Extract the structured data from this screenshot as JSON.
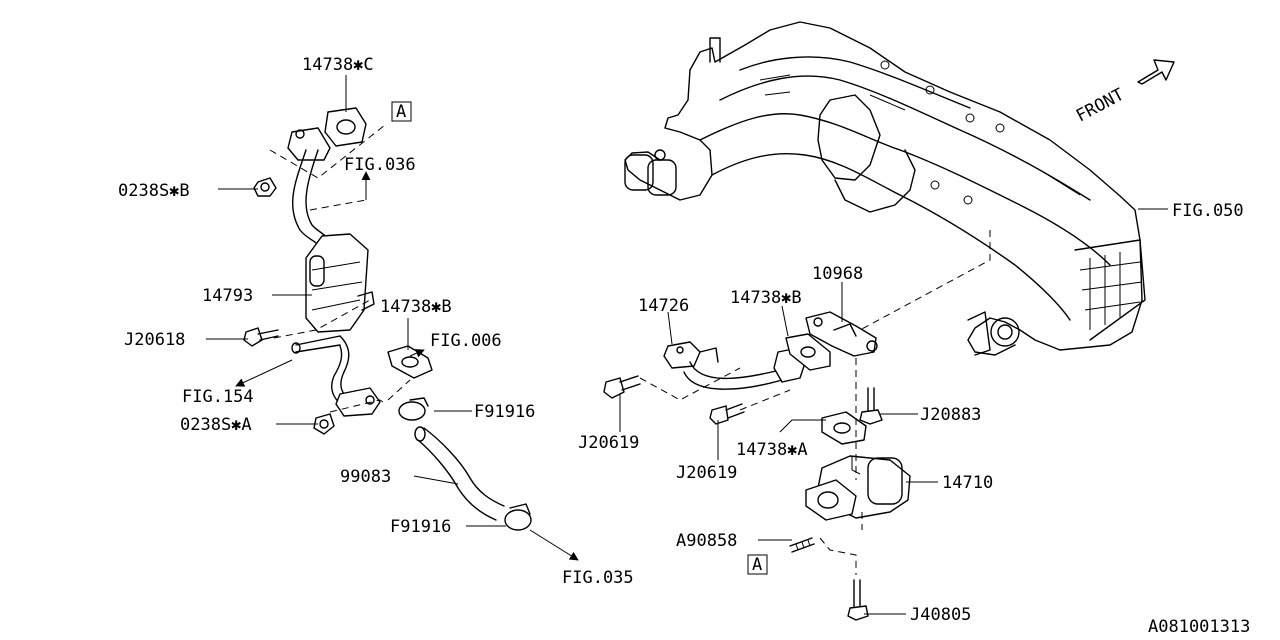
{
  "diagram_id": "A081001313",
  "direction_label": "FRONT",
  "parts": {
    "p14738c": "14738✱C",
    "p0238sb": "0238S✱B",
    "p14793": "14793",
    "pj20618": "J20618",
    "p14738b_left": "14738✱B",
    "p0238sa": "0238S✱A",
    "pf91916_top": "F91916",
    "p99083": "99083",
    "pf91916_bottom": "F91916",
    "p14726": "14726",
    "p14738b_right": "14738✱B",
    "p10968": "10968",
    "pj20619_left": "J20619",
    "pj20619_right": "J20619",
    "p14738a": "14738✱A",
    "pj20883": "J20883",
    "p14710": "14710",
    "pa90858": "A90858",
    "pj40805": "J40805"
  },
  "figure_refs": {
    "fig036": "FIG.036",
    "fig006": "FIG.006",
    "fig154": "FIG.154",
    "fig035": "FIG.035",
    "fig050": "FIG.050"
  },
  "ref_markers": {
    "a_top": "A",
    "a_bottom": "A"
  }
}
